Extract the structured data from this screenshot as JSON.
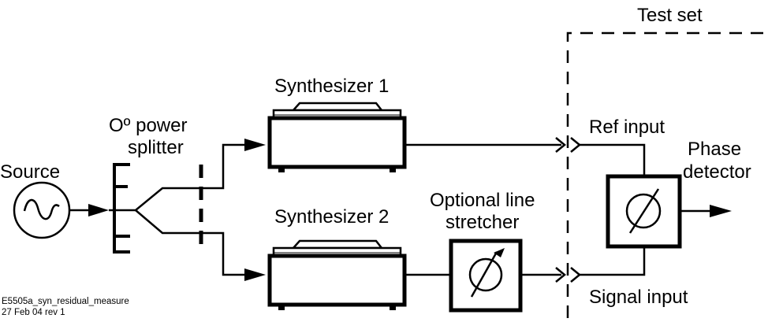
{
  "diagram": {
    "labels": {
      "test_set": "Test set",
      "synthesizer_1": "Synthesizer 1",
      "synthesizer_2": "Synthesizer 2",
      "power_splitter_line1": "Oº power",
      "power_splitter_line2": "splitter",
      "source": "Source",
      "ref_input": "Ref input",
      "signal_input": "Signal input",
      "phase_detector_line1": "Phase",
      "phase_detector_line2": "detector",
      "line_stretcher_line1": "Optional line",
      "line_stretcher_line2": "stretcher"
    },
    "footer": {
      "drawing_id": "E5505a_syn_residual_measure",
      "revision": "27 Feb 04  rev 1"
    }
  }
}
